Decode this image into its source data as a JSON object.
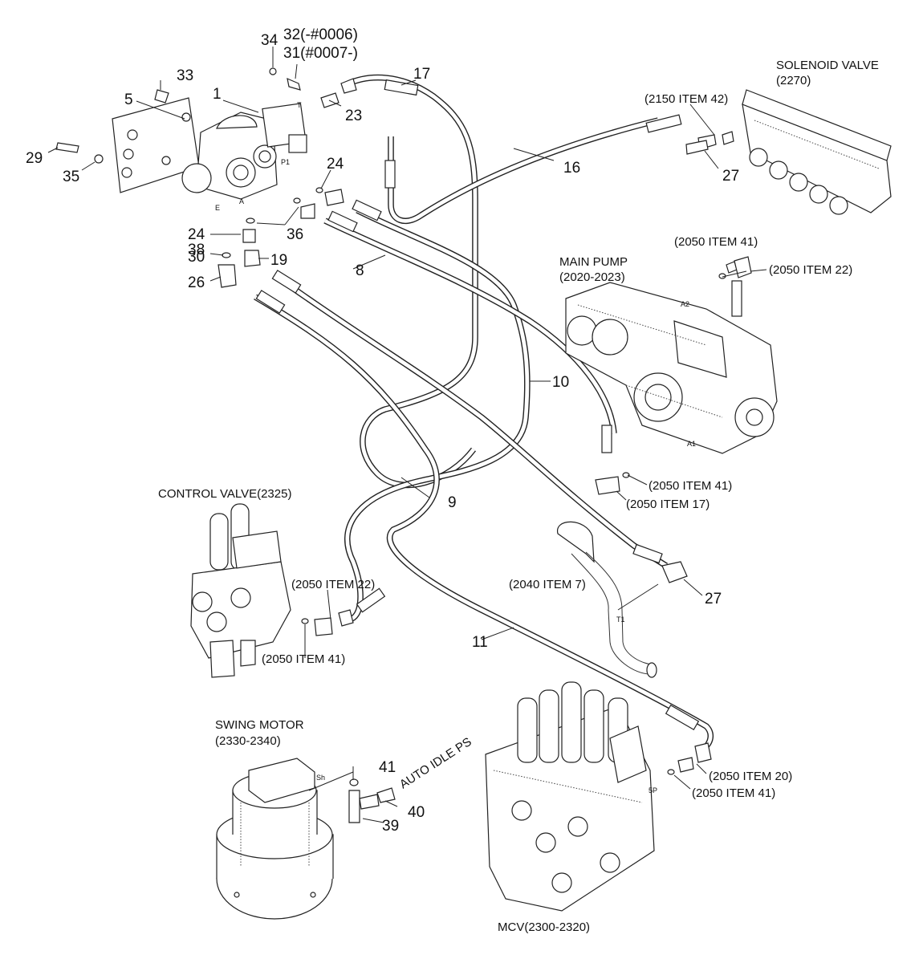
{
  "part_numbers": {
    "n34": "34",
    "n32": "32(-#0006)",
    "n31": "31(#0007-)",
    "n33": "33",
    "n1": "1",
    "n5": "5",
    "n17": "17",
    "n23": "23",
    "n29": "29",
    "n35": "35",
    "n24a": "24",
    "n16": "16",
    "n27a": "27",
    "n36": "36",
    "n24b": "24",
    "n38": "38",
    "n30": "30",
    "n19": "19",
    "n8": "8",
    "n26": "26",
    "n10": "10",
    "n9": "9",
    "n27b": "27",
    "n11": "11",
    "n41": "41",
    "n40": "40",
    "n39": "39"
  },
  "component_labels": {
    "solenoid_valve": "SOLENOID VALVE",
    "solenoid_valve_code": "(2270)",
    "main_pump": "MAIN PUMP",
    "main_pump_code": "(2020-2023)",
    "control_valve": "CONTROL VALVE(2325)",
    "swing_motor": "SWING MOTOR",
    "swing_motor_code": "(2330-2340)",
    "mcv": "MCV(2300-2320)",
    "auto_idle": "AUTO IDLE PS"
  },
  "item_refs": {
    "r2150_42": "(2150 ITEM 42)",
    "r2050_41_pump_top": "(2050 ITEM 41)",
    "r2050_22_pump": "(2050 ITEM 22)",
    "r2050_41_pump_bottom": "(2050 ITEM 41)",
    "r2050_17": "(2050 ITEM 17)",
    "r2040_7": "(2040 ITEM 7)",
    "r2050_22_cv": "(2050 ITEM 22)",
    "r2050_41_cv": "(2050 ITEM 41)",
    "r2050_20": "(2050 ITEM 20)",
    "r2050_41_mcv": "(2050 ITEM 41)"
  },
  "port_marks": {
    "t": "T",
    "p1": "P1",
    "a": "A",
    "e": "E",
    "a2": "A2",
    "a1": "A1",
    "t1": "T1",
    "sh": "Sh",
    "sp": "5P"
  }
}
